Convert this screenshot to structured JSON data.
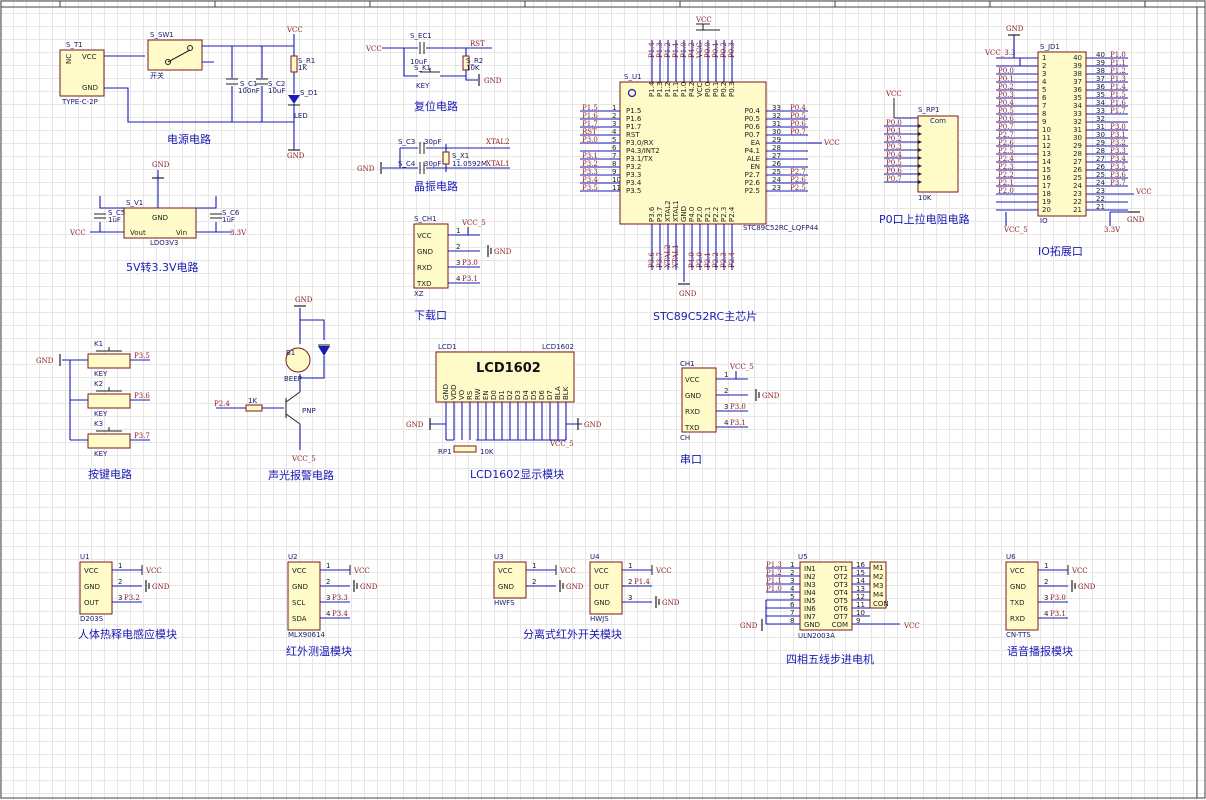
{
  "titles": {
    "power": "电源电路",
    "reset": "复位电路",
    "crystal": "晶振电路",
    "ldo": "5V转3.3V电路",
    "download": "下载口",
    "mcu": "STC89C52RC主芯片",
    "pullup": "P0口上拉电阻电路",
    "io": "IO拓展口",
    "keys": "按键电路",
    "alarm": "声光报警电路",
    "lcd": "LCD1602显示模块",
    "uart": "串口",
    "pir": "人体热释电感应模块",
    "temp": "红外测温模块",
    "ir": "分离式红外开关模块",
    "stepper": "四相五线步进电机",
    "voice": "语音播报模块"
  },
  "power": {
    "t1": "S_T1",
    "t1_type": "TYPE-C-2P",
    "sw": "S_SW1",
    "sw_label": "开关",
    "c1": "S_C1",
    "c1v": "100nF",
    "c2": "S_C2",
    "c2v": "10uF",
    "r1": "S_R1",
    "r1v": "1K",
    "d1": "S_D1",
    "d1_label": "LED",
    "pin_vcc": "VCC",
    "pin_gnd": "GND",
    "pin_nc": "NC"
  },
  "reset": {
    "ec1": "S_EC1",
    "ec1v": "10uF",
    "k1": "S_K1",
    "k1v": "KEY",
    "r2": "S_R2",
    "r2v": "10K",
    "rst": "RST"
  },
  "crystal": {
    "c3": "S_C3",
    "c3v": "30pF",
    "c4": "S_C4",
    "c4v": "30pF",
    "x1": "S_X1",
    "x1v": "11.0592M",
    "xtal1": "XTAL1",
    "xtal2": "XTAL2"
  },
  "ldo": {
    "v1": "S_V1",
    "v1type": "LDO3V3",
    "c5": "S_C5",
    "c5v": "1uF",
    "c6": "S_C6",
    "c6v": "1uF",
    "vout": "Vout",
    "vin": "Vin",
    "gnd": "GND",
    "v33": "3.3V"
  },
  "download": {
    "ref": "S_CH1",
    "name": "XZ",
    "pins": [
      "VCC",
      "GND",
      "RXD",
      "TXD"
    ],
    "nets": [
      "VCC_5",
      "GND",
      "P3.0",
      "P3.1"
    ]
  },
  "mcu": {
    "ref": "S_U1",
    "part": "STC89C52RC_LQFP44",
    "left": [
      [
        "P1.5",
        "1"
      ],
      [
        "P1.6",
        "2"
      ],
      [
        "P1.7",
        "3"
      ],
      [
        "RST",
        "4"
      ],
      [
        "P3.0/RX",
        "5"
      ],
      [
        "P4.3/INT2",
        "6"
      ],
      [
        "P3.1/TX",
        "7"
      ],
      [
        "P3.2",
        "8"
      ],
      [
        "P3.3",
        "9"
      ],
      [
        "P3.4",
        "10"
      ],
      [
        "P3.5",
        "11"
      ]
    ],
    "left_nets": [
      "P1.5",
      "P1.6",
      "P1.7",
      "RST",
      "P3.0",
      "",
      "P3.1",
      "P3.2",
      "P3.3",
      "P3.4",
      "P3.5"
    ],
    "right": [
      [
        "P0.4",
        "33"
      ],
      [
        "P0.5",
        "32"
      ],
      [
        "P0.6",
        "31"
      ],
      [
        "P0.7",
        "30"
      ],
      [
        "EA",
        "29"
      ],
      [
        "P4.1",
        "28"
      ],
      [
        "ALE",
        "27"
      ],
      [
        "EN",
        "26"
      ],
      [
        "P2.7",
        "25"
      ],
      [
        "P2.6",
        "24"
      ],
      [
        "P2.5",
        "23"
      ]
    ],
    "right_nets": [
      "P0.4",
      "P0.5",
      "P0.6",
      "P0.7",
      "VCC",
      "",
      "",
      "",
      "P2.7",
      "P2.6",
      "P2.5"
    ],
    "top": [
      "P1.4",
      "P1.3",
      "P1.2",
      "P1.1",
      "P1.0",
      "P4.2",
      "VCC",
      "P0.0",
      "P0.1",
      "P0.2",
      "P0.3"
    ],
    "bottom": [
      "P3.6",
      "P3.7",
      "XTAL2",
      "XTAL1",
      "GND",
      "P4.0",
      "P2.0",
      "P2.1",
      "P2.2",
      "P2.3",
      "P2.4"
    ],
    "vcc": "VCC",
    "gnd": "GND"
  },
  "pullup": {
    "ref": "S_RP1",
    "val": "10K",
    "com": "Com",
    "vcc": "VCC",
    "nets": [
      "P0.0",
      "P0.1",
      "P0.2",
      "P0.3",
      "P0.4",
      "P0.5",
      "P0.6",
      "P0.7"
    ]
  },
  "io": {
    "ref": "S_JD1",
    "name": "IO",
    "vcc33": "VCC_3.3",
    "vcc5": "VCC_5",
    "gnd": "GND",
    "v33": "3.3V",
    "vcc": "VCC",
    "left_nets": [
      "",
      "",
      "P0.0",
      "P0.1",
      "P0.2",
      "P0.3",
      "P0.4",
      "P0.5",
      "P0.6",
      "P0.7",
      "P2.7",
      "P2.6",
      "P2.5",
      "P2.4",
      "P2.3",
      "P2.2",
      "P2.1",
      "P2.0",
      "",
      ""
    ],
    "right_nets": [
      "P1.0",
      "P1.1",
      "P1.2",
      "P1.3",
      "P1.4",
      "P1.5",
      "P1.6",
      "P1.7",
      "",
      "P3.0",
      "P3.1",
      "P3.2",
      "P3.3",
      "P3.4",
      "P3.5",
      "P3.6",
      "P3.7",
      "",
      "",
      ""
    ]
  },
  "keys": {
    "items": [
      {
        "ref": "K1",
        "val": "KEY",
        "net": "P3.5"
      },
      {
        "ref": "K2",
        "val": "KEY",
        "net": "P3.6"
      },
      {
        "ref": "K3",
        "val": "KEY",
        "net": "P3.7"
      }
    ],
    "gnd": "GND"
  },
  "alarm": {
    "b1": "B1",
    "b1v": "BEEP",
    "r": "1K",
    "q": "PNP",
    "net": "P2.4",
    "vcc": "VCC_5",
    "gnd": "GND"
  },
  "lcd": {
    "ref": "LCD1",
    "part": "LCD1602",
    "label": "LCD1602",
    "pins": [
      "GND",
      "VDD",
      "VO",
      "RS",
      "RW",
      "EN",
      "D0",
      "D1",
      "D2",
      "D3",
      "D4",
      "D5",
      "D6",
      "D7",
      "BLA",
      "BLK"
    ],
    "rp": "RP1",
    "rpv": "10K",
    "gnd": "GND",
    "vcc": "VCC_5"
  },
  "uart": {
    "ref": "CH1",
    "name": "CH",
    "pins": [
      "VCC",
      "GND",
      "RXD",
      "TXD"
    ],
    "nets": [
      "VCC_5",
      "GND",
      "P3.0",
      "P3.1"
    ]
  },
  "modules": {
    "u1": {
      "ref": "U1",
      "name": "D203S",
      "pins": [
        "VCC",
        "GND",
        "OUT"
      ],
      "nets": [
        "VCC",
        "GND",
        "P3.2"
      ]
    },
    "u2": {
      "ref": "U2",
      "name": "MLX90614",
      "pins": [
        "VCC",
        "GND",
        "SCL",
        "SDA"
      ],
      "nets": [
        "VCC",
        "GND",
        "P3.3",
        "P3.4"
      ]
    },
    "u3": {
      "ref": "U3",
      "name": "HWFS",
      "pins": [
        "VCC",
        "GND"
      ],
      "nets": [
        "VCC",
        "GND"
      ]
    },
    "u4": {
      "ref": "U4",
      "name": "HWJS",
      "pins": [
        "VCC",
        "OUT",
        "GND"
      ],
      "nets": [
        "VCC",
        "P1.4",
        "GND"
      ]
    },
    "u5": {
      "ref": "U5",
      "name": "ULN2003A",
      "inputs": [
        "IN1",
        "IN2",
        "IN3",
        "IN4",
        "IN5",
        "IN6",
        "IN7",
        "GND"
      ],
      "outputs": [
        "OT1",
        "OT2",
        "OT3",
        "OT4",
        "OT5",
        "OT6",
        "OT7",
        "COM"
      ],
      "opins": [
        "16",
        "15",
        "14",
        "13",
        "12",
        "11",
        "10",
        "9"
      ],
      "in_nets": [
        "P1.3",
        "P1.2",
        "P1.1",
        "P1.0"
      ],
      "motor": [
        "M1",
        "M2",
        "M3",
        "M4",
        "CON"
      ],
      "gnd": "GND",
      "vcc": "VCC"
    },
    "u6": {
      "ref": "U6",
      "name": "CN-TTS",
      "pins": [
        "VCC",
        "GND",
        "TXD",
        "RXD"
      ],
      "nets": [
        "VCC",
        "GND",
        "P3.0",
        "P3.1"
      ]
    }
  },
  "common": {
    "vcc": "VCC",
    "gnd": "GND",
    "vcc5": "VCC_5"
  }
}
